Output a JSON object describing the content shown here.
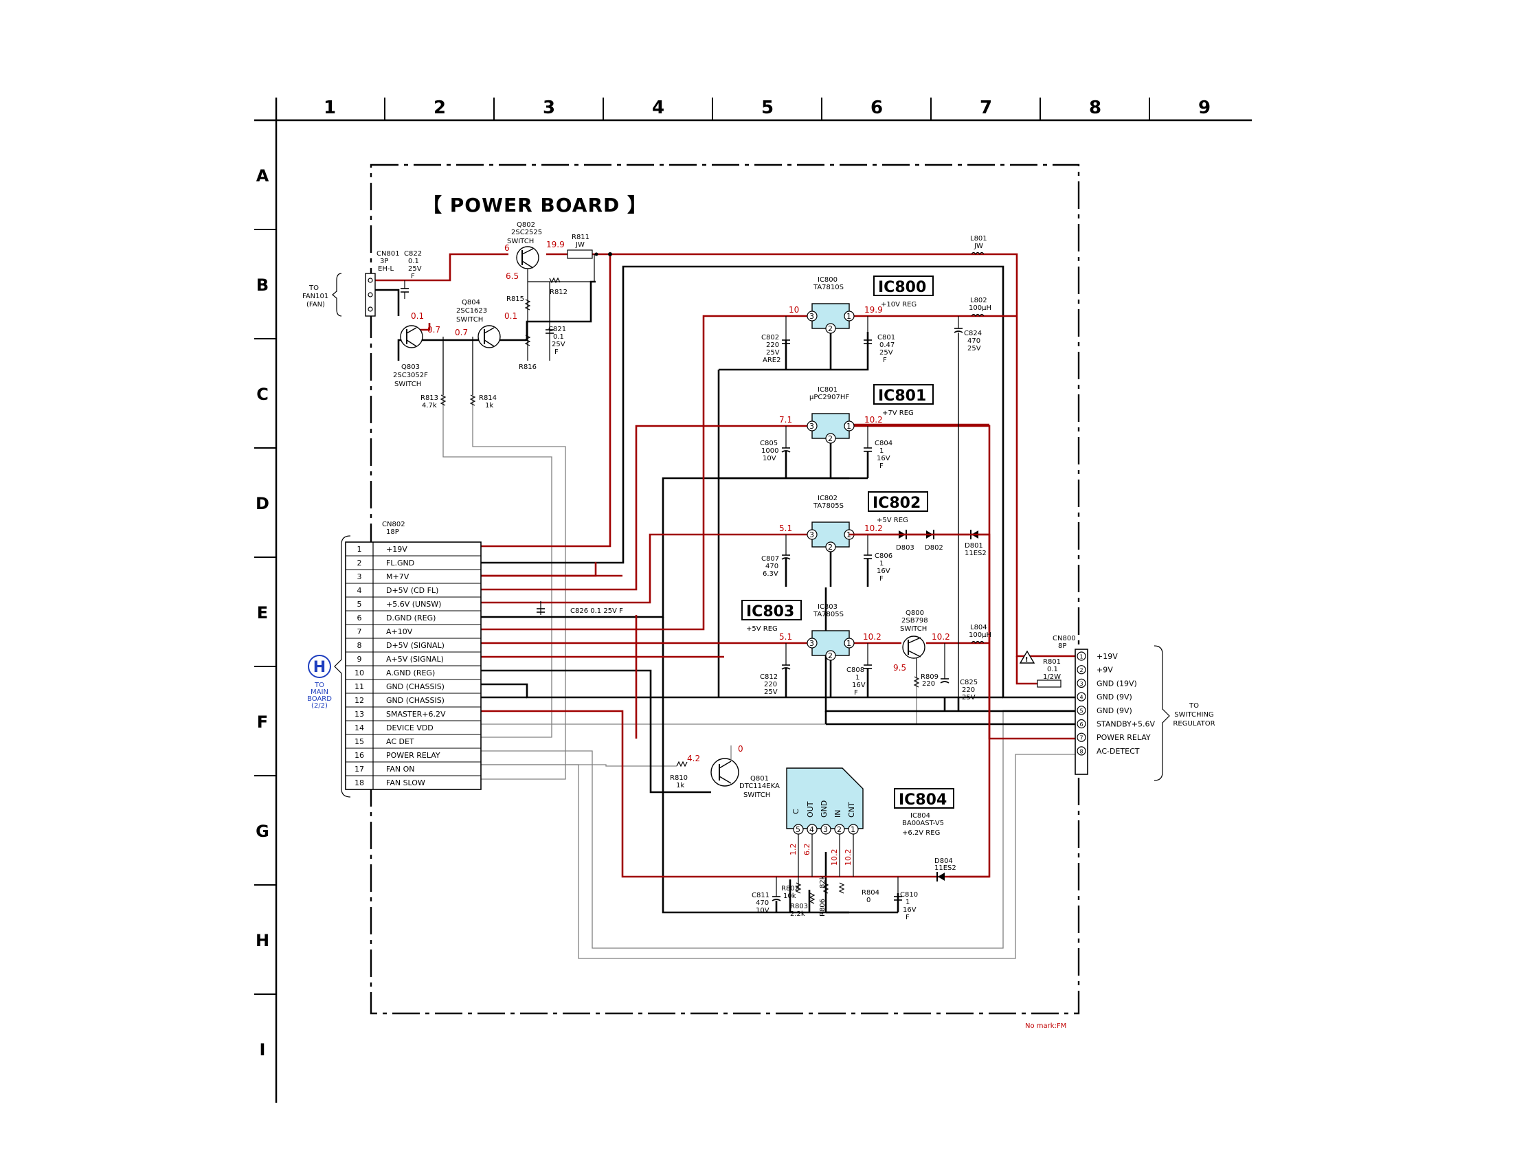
{
  "grid": {
    "columns": [
      "1",
      "2",
      "3",
      "4",
      "5",
      "6",
      "7",
      "8",
      "9"
    ],
    "rows": [
      "A",
      "B",
      "C",
      "D",
      "E",
      "F",
      "G",
      "H",
      "I"
    ]
  },
  "board_title": "【 POWER BOARD 】",
  "footer_note": "No mark:FM",
  "connectors": {
    "cn801": {
      "ref": "CN801",
      "type": "3P",
      "model": "EH-L",
      "dest_to": "TO",
      "dest_name": "FAN101",
      "dest_sub": "(FAN)"
    },
    "cn802": {
      "ref": "CN802",
      "type": "18P",
      "pins": [
        {
          "num": "1",
          "name": "+19V"
        },
        {
          "num": "2",
          "name": "FL.GND"
        },
        {
          "num": "3",
          "name": "M+7V"
        },
        {
          "num": "4",
          "name": "D+5V (CD FL)"
        },
        {
          "num": "5",
          "name": "+5.6V (UNSW)"
        },
        {
          "num": "6",
          "name": "D.GND (REG)"
        },
        {
          "num": "7",
          "name": "A+10V"
        },
        {
          "num": "8",
          "name": "D+5V (SIGNAL)"
        },
        {
          "num": "9",
          "name": "A+5V (SIGNAL)"
        },
        {
          "num": "10",
          "name": "A.GND (REG)"
        },
        {
          "num": "11",
          "name": "GND (CHASSIS)"
        },
        {
          "num": "12",
          "name": "GND (CHASSIS)"
        },
        {
          "num": "13",
          "name": "SMASTER+6.2V"
        },
        {
          "num": "14",
          "name": "DEVICE VDD"
        },
        {
          "num": "15",
          "name": "AC DET"
        },
        {
          "num": "16",
          "name": "POWER RELAY"
        },
        {
          "num": "17",
          "name": "FAN ON"
        },
        {
          "num": "18",
          "name": "FAN SLOW"
        }
      ]
    },
    "cn800": {
      "ref": "CN800",
      "type": "8P",
      "pins": [
        {
          "num": "1",
          "name": "+19V"
        },
        {
          "num": "2",
          "name": "+9V"
        },
        {
          "num": "3",
          "name": "GND (19V)"
        },
        {
          "num": "4",
          "name": "GND (9V)"
        },
        {
          "num": "5",
          "name": "GND (9V)"
        },
        {
          "num": "6",
          "name": "STANDBY+5.6V"
        },
        {
          "num": "7",
          "name": "POWER RELAY"
        },
        {
          "num": "8",
          "name": "AC-DETECT"
        }
      ],
      "dest_line1": "TO",
      "dest_line2": "SWITCHING",
      "dest_line3": "REGULATOR"
    },
    "main_board": {
      "letter": "H",
      "line1": "TO",
      "line2": "MAIN",
      "line3": "BOARD",
      "line4": "(2/2)"
    }
  },
  "ics": {
    "ic800": {
      "ref": "IC800",
      "part": "TA7810S",
      "func": "+10V REG",
      "vin": "19.9",
      "vout": "10"
    },
    "ic801": {
      "ref": "IC801",
      "part": "μPC2907HF",
      "func": "+7V REG",
      "vin": "10.2",
      "vout": "7.1"
    },
    "ic802": {
      "ref": "IC802",
      "part": "TA7805S",
      "func": "+5V REG",
      "vin": "10.2",
      "vout": "5.1"
    },
    "ic803": {
      "ref": "IC803",
      "part": "TA7805S",
      "func": "+5V REG",
      "vin": "10.2",
      "vout": "5.1"
    },
    "ic804": {
      "ref": "IC804",
      "part": "BA00AST-V5",
      "func": "+6.2V REG",
      "pin_names": [
        "C",
        "OUT",
        "GND",
        "IN",
        "CNT"
      ],
      "pin_nums": [
        "5",
        "4",
        "3",
        "2",
        "1"
      ],
      "volts": [
        "1.2",
        "6.2",
        "10.2",
        "10.2"
      ]
    }
  },
  "transistors": {
    "q802": {
      "ref": "Q802",
      "part": "2SC2525",
      "role": "SWITCH",
      "v_b": "6",
      "v_e": "6.5",
      "v_c": "19.9"
    },
    "q803": {
      "ref": "Q803",
      "part": "2SC3052F",
      "role": "SWITCH",
      "v_b": "0.1",
      "v_c": "0.7"
    },
    "q804": {
      "ref": "Q804",
      "part": "2SC1623",
      "role": "SWITCH",
      "v_c": "0.1",
      "v_b": "0.7"
    },
    "q800": {
      "ref": "Q800",
      "part": "2SB798",
      "role": "SWITCH",
      "v_e": "10.2",
      "v_b": "9.5"
    },
    "q801": {
      "ref": "Q801",
      "part": "DTC114EKA",
      "role": "SWITCH",
      "v_b": "4.2",
      "v_c": "0"
    }
  },
  "parts": {
    "c822": [
      "C822",
      "0.1",
      "25V",
      "F"
    ],
    "r811": [
      "R811",
      "JW"
    ],
    "r815": [
      "R815"
    ],
    "r812": [
      "R812"
    ],
    "c821": [
      "C821",
      "0.1",
      "25V",
      "F"
    ],
    "r816": [
      "R816"
    ],
    "r813": [
      "R813",
      "4.7k"
    ],
    "r814": [
      "R814",
      "1k"
    ],
    "c802": [
      "C802",
      "220",
      "25V",
      "ARE2"
    ],
    "c801": [
      "C801",
      "0.47",
      "25V",
      "F"
    ],
    "l801": [
      "L801",
      "JW"
    ],
    "l802": [
      "L802",
      "100μH"
    ],
    "c824": [
      "C824",
      "470",
      "25V"
    ],
    "c805": [
      "C805",
      "1000",
      "10V"
    ],
    "c804": [
      "C804",
      "1",
      "16V",
      "F"
    ],
    "c807": [
      "C807",
      "470",
      "6.3V"
    ],
    "c806": [
      "C806",
      "1",
      "16V",
      "F"
    ],
    "d803": [
      "D803"
    ],
    "d802": [
      "D802"
    ],
    "d801": [
      "D801",
      "11ES2"
    ],
    "c826": [
      "C826 0.1 25V F"
    ],
    "c812": [
      "C812",
      "220",
      "25V"
    ],
    "c808": [
      "C808",
      "1",
      "16V",
      "F"
    ],
    "l804": [
      "L804",
      "100μH"
    ],
    "r809": [
      "R809",
      "220"
    ],
    "c825": [
      "C825",
      "220",
      "25V"
    ],
    "r801": [
      "R801",
      "0.1",
      "1/2W"
    ],
    "r810": [
      "R810",
      "1k"
    ],
    "c811": [
      "C811",
      "470",
      "10V"
    ],
    "r802": [
      "R802",
      "10k"
    ],
    "r803": [
      "R803",
      "2.2k"
    ],
    "r806": [
      "R806",
      "82k"
    ],
    "r804": [
      "R804",
      "0"
    ],
    "c810": [
      "C810",
      "1",
      "16V",
      "F"
    ],
    "d804": [
      "D804",
      "11ES2"
    ]
  }
}
